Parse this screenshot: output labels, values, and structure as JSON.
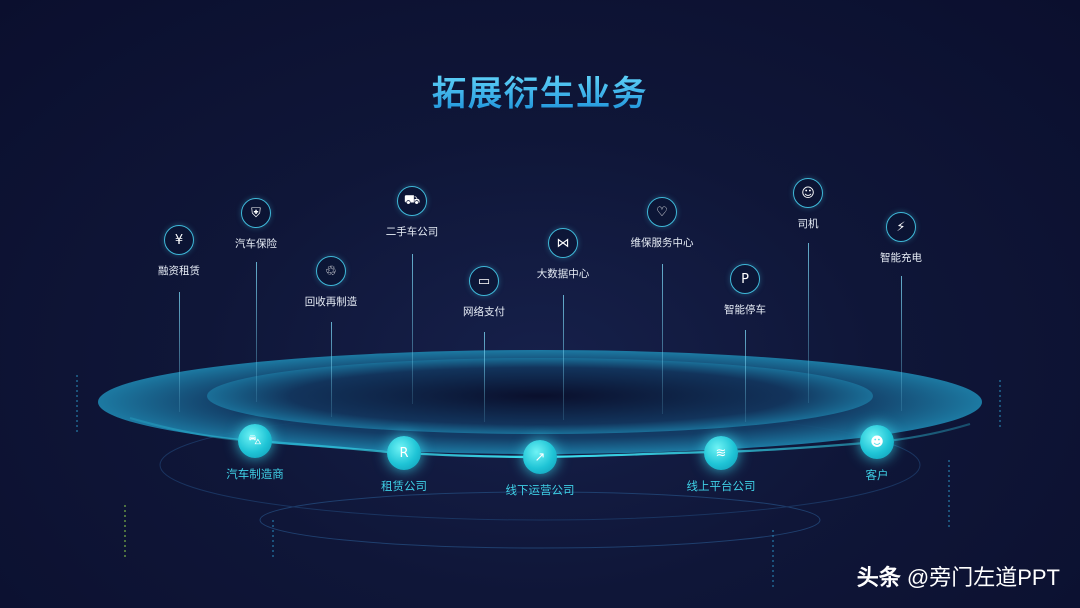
{
  "title": "拓展衍生业务",
  "services": [
    {
      "label": "融资租赁",
      "icon": "yen-hand-icon",
      "glyph": "¥"
    },
    {
      "label": "汽车保险",
      "icon": "shield-icon",
      "glyph": "⛨"
    },
    {
      "label": "回收再制造",
      "icon": "recycle-icon",
      "glyph": "♲"
    },
    {
      "label": "二手车公司",
      "icon": "used-car-icon",
      "glyph": "⛟"
    },
    {
      "label": "网络支付",
      "icon": "card-payment-icon",
      "glyph": "▭"
    },
    {
      "label": "大数据中心",
      "icon": "network-icon",
      "glyph": "⋈"
    },
    {
      "label": "维保服务中心",
      "icon": "handshake-icon",
      "glyph": "♡"
    },
    {
      "label": "智能停车",
      "icon": "parking-icon",
      "glyph": "P"
    },
    {
      "label": "司机",
      "icon": "driver-icon",
      "glyph": "☺"
    },
    {
      "label": "智能充电",
      "icon": "charging-icon",
      "glyph": "⚡"
    }
  ],
  "chain": [
    {
      "label": "汽车制造商",
      "icon": "car-icon",
      "glyph": "⛍"
    },
    {
      "label": "租赁公司",
      "icon": "rent-sign-icon",
      "glyph": "R"
    },
    {
      "label": "线下运营公司",
      "icon": "chart-board-icon",
      "glyph": "↗"
    },
    {
      "label": "线上平台公司",
      "icon": "layers-icon",
      "glyph": "≋"
    },
    {
      "label": "客户",
      "icon": "users-icon",
      "glyph": "☻"
    }
  ],
  "watermark": {
    "brand": "头条",
    "handle": "@旁门左道PPT"
  }
}
